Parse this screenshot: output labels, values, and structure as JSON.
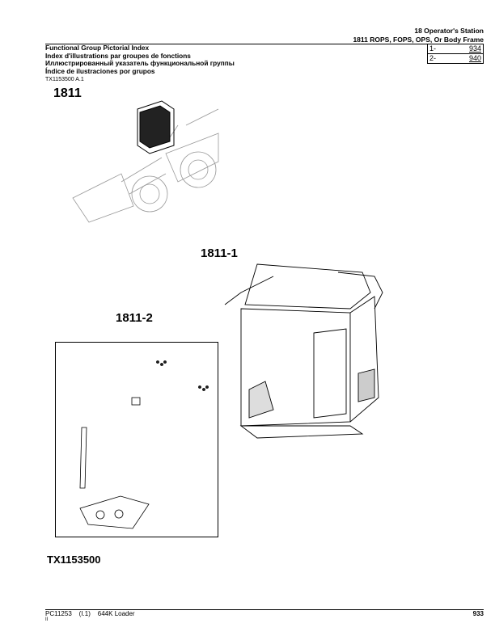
{
  "header": {
    "section": "18 Operator's Station",
    "group": "1811 ROPS, FOPS, OPS, Or Body Frame"
  },
  "titles": [
    "Functional Group Pictorial Index",
    "Index d'illustrations par groupes de fonctions",
    "Иллюстрированный указатель функциональной группы",
    "Índice de ilustraciones por grupos"
  ],
  "image_ref": "TX1153500 A.1",
  "index": [
    {
      "item": "1-",
      "page": "934"
    },
    {
      "item": "2-",
      "page": "940"
    }
  ],
  "labels": {
    "group": "1811",
    "part1": "1811-1",
    "part2": "1811-2",
    "figure": "TX1153500"
  },
  "footer": {
    "doc": "PC11253",
    "rev": "(I.1)",
    "model": "644K Loader",
    "page": "933",
    "sub": "II"
  }
}
